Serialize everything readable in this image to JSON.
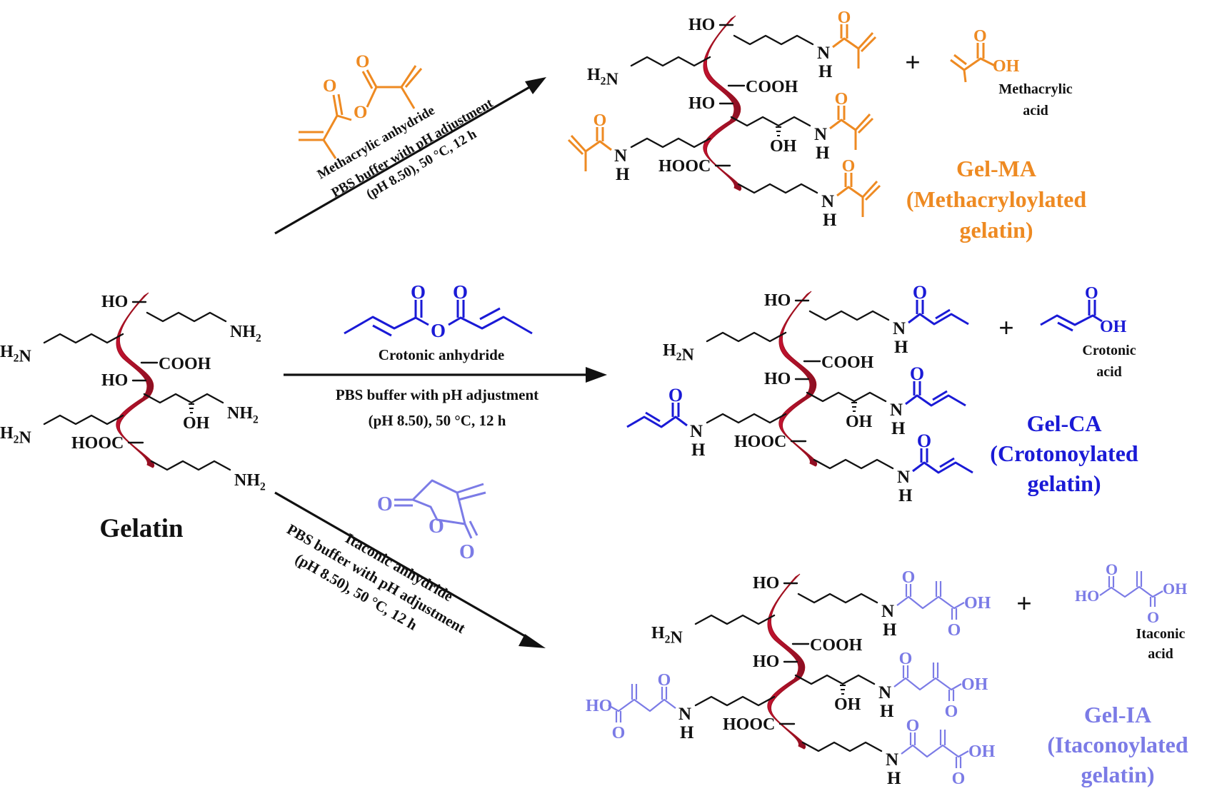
{
  "colors": {
    "methacrylic": "#ee8a22",
    "crotonic": "#1a1ad6",
    "itaconic": "#7b7be6",
    "helix": "#c41230",
    "helix_dark": "#8a0f22",
    "text": "#111111"
  },
  "starting_material": {
    "name": "Gelatin",
    "groups": {
      "ho": "HO",
      "nh2": "NH",
      "h2n": "H",
      "cooh": "COOH",
      "hooc": "HOOC",
      "oh": "OH",
      "two": "2",
      "n": "N"
    }
  },
  "reactions": [
    {
      "reagent": "Methacrylic anhydride",
      "conditions_line1": "PBS buffer with pH adjustment",
      "conditions_line2": "(pH 8.50), 50 °C, 12 h",
      "product_short": "Gel-MA",
      "product_long_1": "(Methacryloylated",
      "product_long_2": "gelatin)",
      "byproduct_line1": "Methacrylic",
      "byproduct_line2": "acid"
    },
    {
      "reagent": "Crotonic anhydride",
      "conditions_line1": "PBS buffer with pH adjustment",
      "conditions_line2": "(pH 8.50), 50 °C, 12 h",
      "product_short": "Gel-CA",
      "product_long_1": "(Crotonoylated",
      "product_long_2": "gelatin)",
      "byproduct_line1": "Crotonic",
      "byproduct_line2": "acid"
    },
    {
      "reagent": "Itaconic anhydride",
      "conditions_line1": "PBS buffer with pH adjustment",
      "conditions_line2": "(pH 8.50), 50 °C, 12 h",
      "product_short": "Gel-IA",
      "product_long_1": "(Itaconoylated",
      "product_long_2": "gelatin)",
      "byproduct_line1": "Itaconic",
      "byproduct_line2": "acid"
    }
  ],
  "atoms": {
    "O": "O",
    "OH": "OH",
    "HO": "HO",
    "N": "N",
    "H": "H",
    "plus": "+"
  }
}
